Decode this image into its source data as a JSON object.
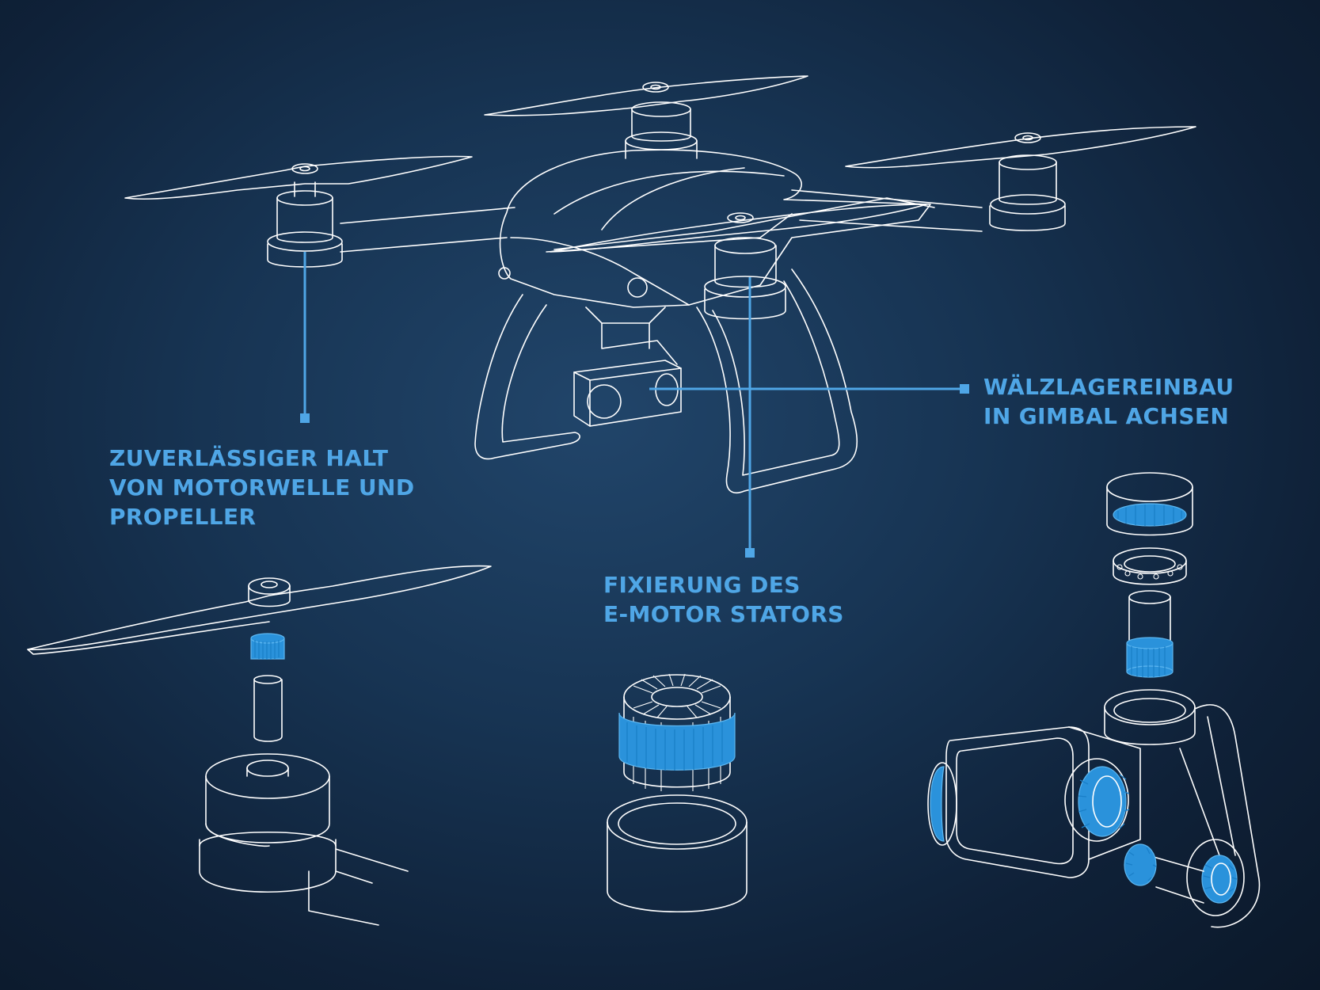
{
  "labels": {
    "propeller": "ZUVERLÄSSIGER HALT\nVON MOTORWELLE UND\nPROPELLER",
    "stator": "FIXIERUNG DES\nE-MOTOR STATORS",
    "gimbal": "WÄLZLAGEREINBAU\nIN GIMBAL ACHSEN"
  },
  "colors": {
    "background": "#173453",
    "line_art": "#ffffff",
    "accent": "#4fa6e6",
    "bearing_fill": "#2a92db"
  }
}
